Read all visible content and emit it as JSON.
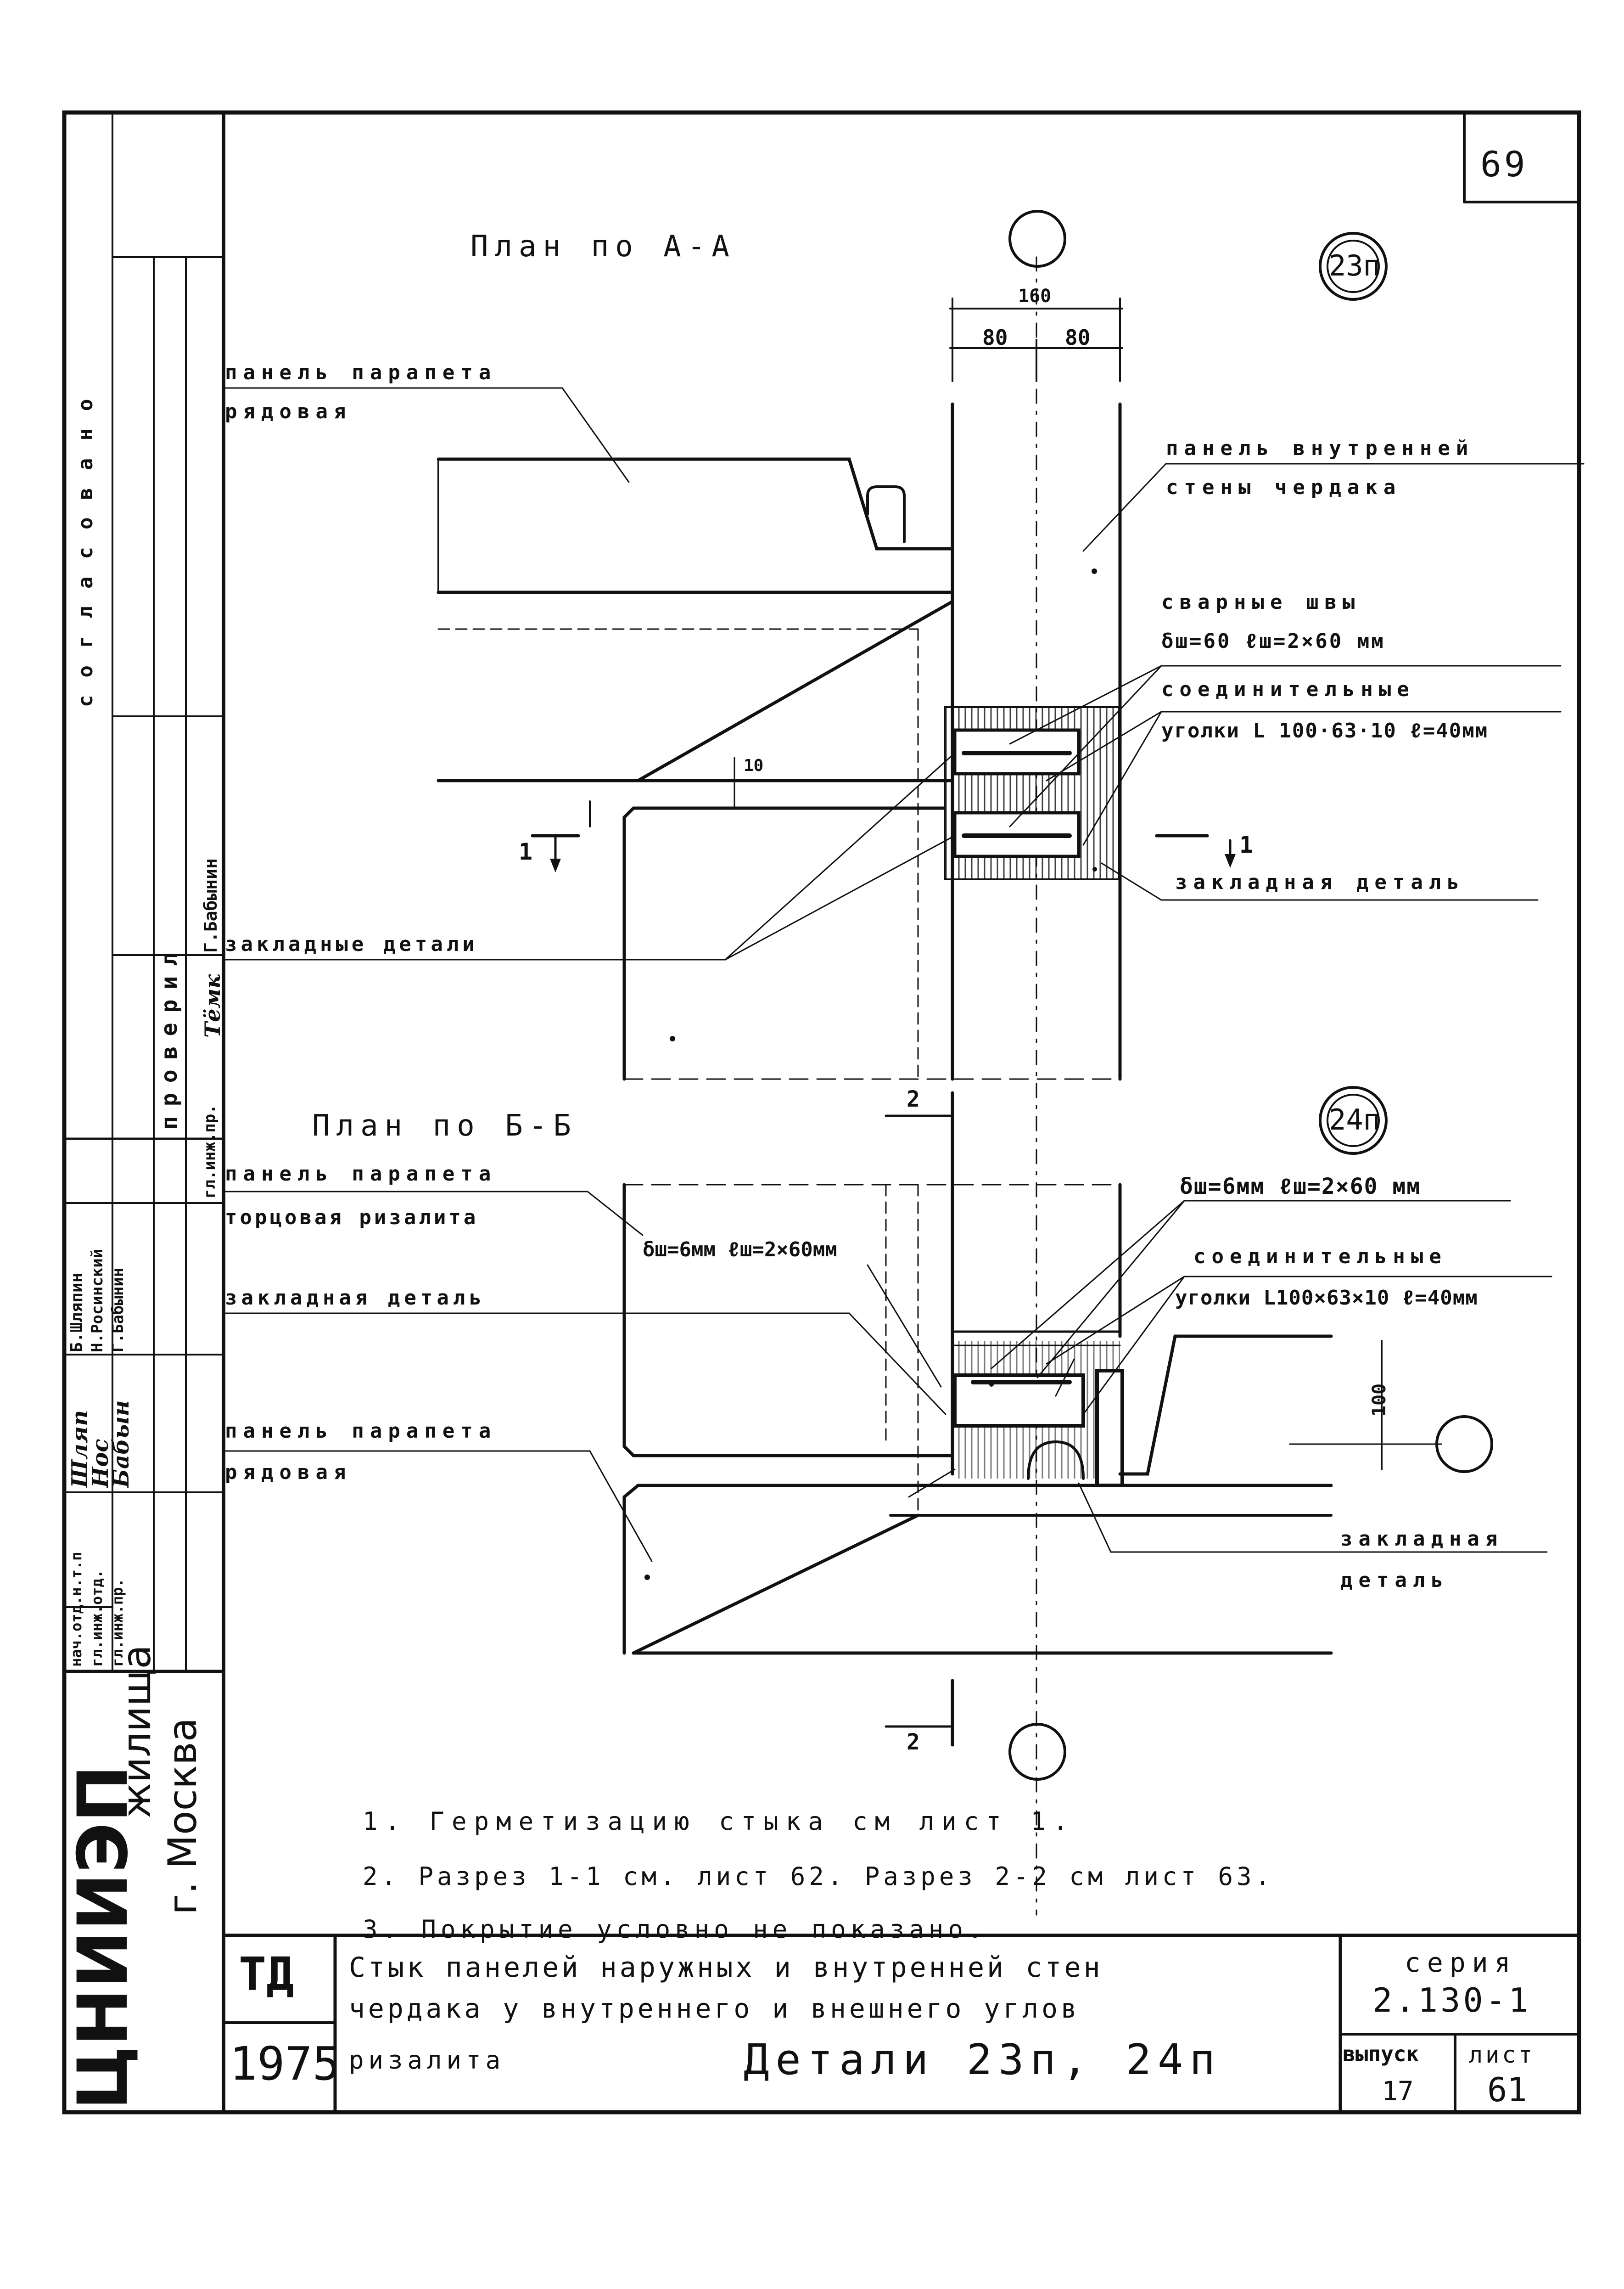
{
  "sheet_number": "69",
  "plan_a": {
    "title": "План по А-А",
    "detail_mark": "23п",
    "dim_total": "160",
    "dim_left": "80",
    "dim_right": "80",
    "dim_joint": "10",
    "label_parapet_1": "панель парапета",
    "label_parapet_2": "рядовая",
    "label_inner_1": "панель внутренней",
    "label_inner_2": "стены чердака",
    "label_welds_1": "сварные швы",
    "label_welds_2": "δш=60 ℓш=2×60 мм",
    "label_angles_1": "соединительные",
    "label_angles_2": "уголки L 100·63·10 ℓ=40мм",
    "label_embed": "закладная деталь",
    "label_embeds": "закладные детали",
    "section_1": "1"
  },
  "plan_b": {
    "title": "План по Б-Б",
    "detail_mark": "24п",
    "label_parapet_1": "панель парапета",
    "label_parapet_2": "торцовая ризалита",
    "label_weld": "δш=6мм ℓш=2×60мм",
    "label_weld_top": "δш=6мм ℓш=2×60 мм",
    "label_angles_1": "соединительные",
    "label_angles_2": "уголки L100×63×10 ℓ=40мм",
    "label_embed": "закладная деталь",
    "label_row_1": "панель парапета",
    "label_row_2": "рядовая",
    "label_embed2_1": "закладная",
    "label_embed2_2": "деталь",
    "dim_100": "100",
    "section_2": "2"
  },
  "notes": [
    "1. Герметизацию стыка см лист 1.",
    "2. Разрез 1-1 см. лист 62. Разрез 2-2 см лист 63.",
    "3. Покрытие условно не показано."
  ],
  "title_block": {
    "org": "ЦНИИЭП",
    "org_sub": "жилища",
    "city": "г. Москва",
    "td": "ТД",
    "year": "1975",
    "desc_1": "Стык панелей наружных и внутренней стен",
    "desc_2": "чердака у внутреннего и внешнего углов",
    "desc_3": "ризалита",
    "desc_4": "Детали 23п, 24п",
    "series_label": "серия",
    "series_value": "2.130-1",
    "issue_label": "выпуск",
    "issue_value": "17",
    "sheet_label": "лист",
    "sheet_value": "61"
  },
  "stamp": {
    "agreed": "согласовано",
    "checked": "проверил",
    "role_1": "гл.инж.пр.",
    "name_1": "Г.Бабынин",
    "role_head": "нач.отд.н.т.п",
    "role_dept": "гл.инж.отд.",
    "role_proj": "гл.инж.пр.",
    "name_shlyapin": "Б.Шляпин",
    "name_rosinsky": "Н.Росинский",
    "name_babynin": "Г.Бабынин"
  }
}
